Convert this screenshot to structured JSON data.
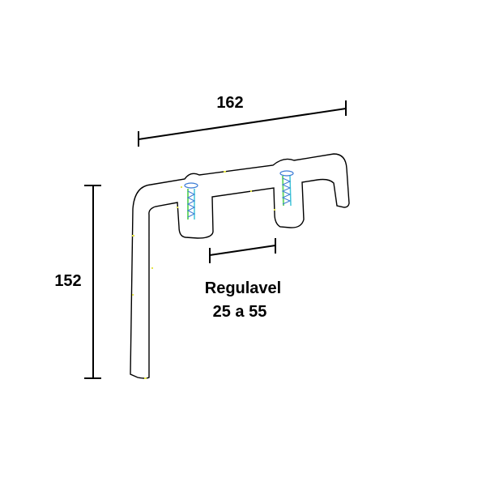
{
  "diagram": {
    "dimensions": {
      "width": "162",
      "height": "152",
      "adjustable_line1": "Regulavel",
      "adjustable_line2": "25 a 55"
    },
    "colors": {
      "outline": "#000000",
      "background": "#ffffff",
      "screw_green": "#6fd86f",
      "screw_blue": "#3a7bd5",
      "screw_cyan": "#41c6d8",
      "speck_yellow": "#e3e34a"
    },
    "icons": [
      "screw-icon",
      "screw-icon"
    ]
  }
}
